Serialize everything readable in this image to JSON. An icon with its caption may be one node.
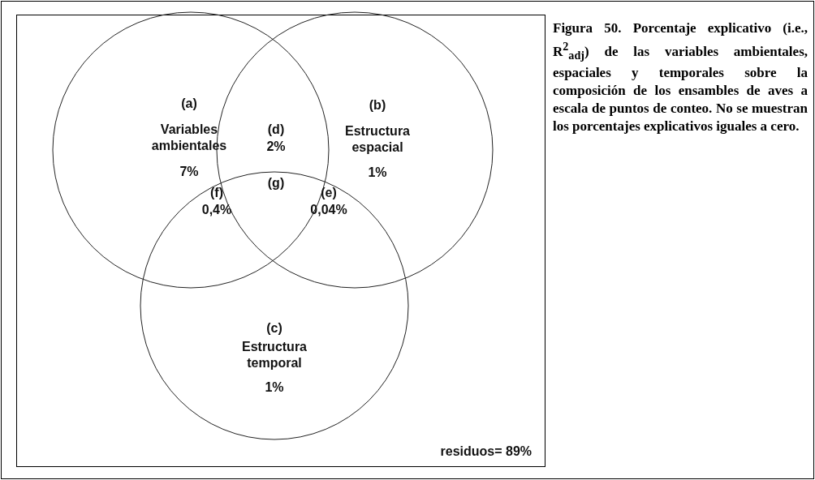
{
  "diagram": {
    "caption": "Figura 50. Porcentaje explicativo (i.e., R$^{2}$$_{adj}$) de las variables ambientales, espaciales y temporales sobre la composición de los ensambles de aves a escala de puntos de conteo. No se muestran los porcentajes explicativos iguales a cero.",
    "nodes": [
      {
        "text": [
          "residuos= 89%"
        ]
      },
      {
        "text": [
          "(a)",
          "Variables ambientales",
          "7%"
        ],
        "in": 0
      },
      {
        "text": [
          "(b)",
          "Estructura espacial",
          "1%"
        ],
        "in": 0
      },
      {
        "text": [
          "(c)",
          "Estructura temporal",
          "1%"
        ],
        "in": 0
      }
    ],
    "labels": [
      "(d)",
      "2%",
      "(g)",
      "(f)",
      "(e)",
      "0,4%",
      "0,04%"
    ]
  }
}
